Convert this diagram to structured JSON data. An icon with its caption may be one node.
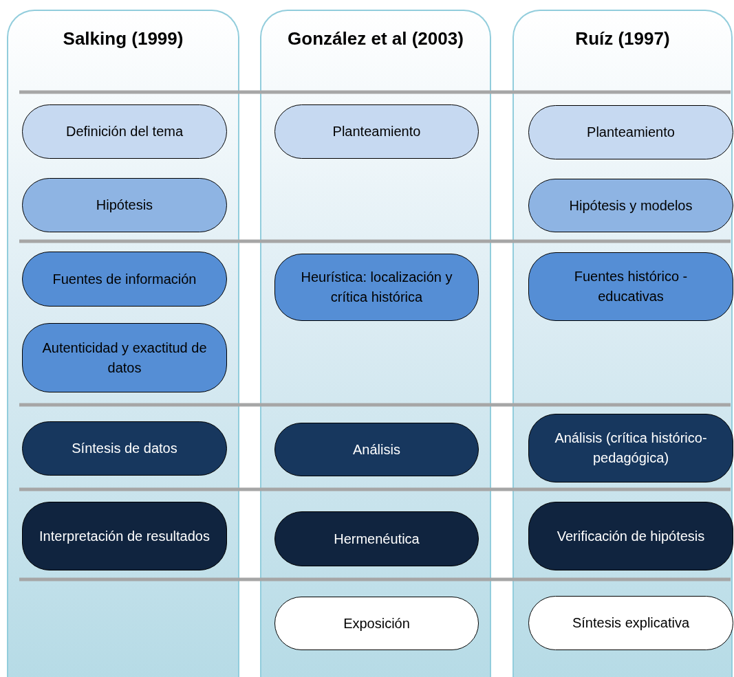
{
  "diagram": {
    "nodes": [
      {
        "text": [
          "Salking (1999)"
        ]
      },
      {
        "text": [
          "Definición del tema"
        ],
        "in": 0
      },
      {
        "text": [
          "Hipótesis"
        ],
        "in": 0
      },
      {
        "text": [
          "Fuentes de información"
        ],
        "in": 0
      },
      {
        "text": [
          "Autenticidad y exactitud de datos"
        ],
        "in": 0
      },
      {
        "text": [
          "Síntesis de datos"
        ],
        "in": 0
      },
      {
        "text": [
          "Interpretación de resultados"
        ],
        "in": 0
      },
      {
        "text": [
          "González et al (2003)"
        ]
      },
      {
        "text": [
          "Planteamiento"
        ],
        "in": 7
      },
      {
        "text": [
          "Heurística: localización y crítica histórica"
        ],
        "in": 7
      },
      {
        "text": [
          "Análisis"
        ],
        "in": 7
      },
      {
        "text": [
          "Hermenéutica"
        ],
        "in": 7
      },
      {
        "text": [
          "Exposición"
        ],
        "in": 7
      },
      {
        "text": [
          "Ruíz (1997)"
        ]
      },
      {
        "text": [
          "Planteamiento"
        ],
        "in": 13
      },
      {
        "text": [
          "Hipótesis y modelos"
        ],
        "in": 13
      },
      {
        "text": [
          "Fuentes histórico - educativas"
        ],
        "in": 13
      },
      {
        "text": [
          "Análisis (crítica histórico-pedagógica)"
        ],
        "in": 13
      },
      {
        "text": [
          "Verificación de hipótesis"
        ],
        "in": 13
      },
      {
        "text": [
          "Síntesis explicativa"
        ],
        "in": 13
      }
    ]
  }
}
